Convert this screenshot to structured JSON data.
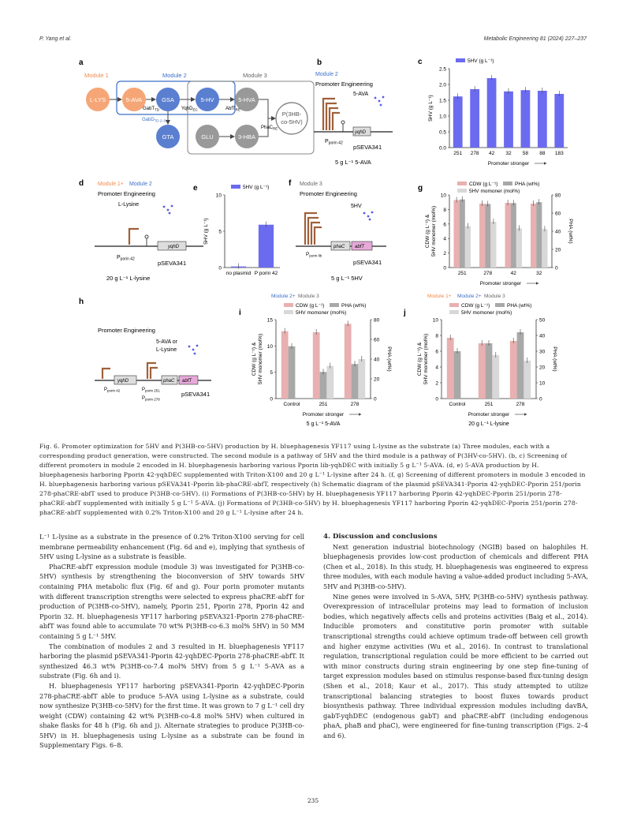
{
  "header": {
    "left": "P. Yang et al.",
    "right": "Metabolic Engineering 81 (2024) 227–237"
  },
  "panels": {
    "a": {
      "letter": "a",
      "module1": "Module 1",
      "module2": "Module 2",
      "module3": "Module 3",
      "nodes": {
        "lys": "L-LYS",
        "ava": "5-AVA",
        "gsa": "GSA",
        "hv": "5-HV",
        "hva": "5-HVA",
        "gta": "GTA",
        "glu": "GLU",
        "hba": "3-HBA",
        "p1": "P(3HB-",
        "p2": "co-5HV)"
      },
      "enz": {
        "gabt": "GabT",
        "yqhd": "YqhD",
        "abft": "AbfT",
        "gabd": "GabD",
        "pha": "PhaC"
      },
      "subs": {
        "gabt": "TD",
        "yqhd": "EC",
        "abft": "RE",
        "gabd": "TD 2–5",
        "pha": "RE"
      }
    },
    "b": {
      "letter": "b",
      "module": "Module 2",
      "pe": "Promoter Engineering",
      "sub": "5-AVA",
      "gene": "yqhD",
      "prom": "P",
      "promsub": "porin 42",
      "plasmid": "pSEVA341",
      "cond": "5 g L⁻¹ 5-AVA"
    },
    "d": {
      "letter": "d",
      "module1": "Module 1+",
      "module2": "Module 2",
      "pe": "Promoter Engineering",
      "sub": "L-Lysine",
      "gene": "yqhD",
      "prom": "P",
      "promsub": "porin 42",
      "plasmid": "pSEVA341",
      "cond": "20 g L⁻¹ L-lysine"
    },
    "f": {
      "letter": "f",
      "module": "Module 3",
      "pe": "Promoter Engineering",
      "sub": "5HV",
      "gene1": "phaC",
      "gene2": "abfT",
      "prom": "P",
      "promsub": "porin lib",
      "plasmid": "pSEVA341",
      "cond": "5 g L⁻¹ 5HV"
    },
    "h": {
      "letter": "h",
      "pe": "Promoter Engineering",
      "sub1": "5-AVA or",
      "sub2": "L-Lysine",
      "gene1": "yqhD",
      "gene2": "phaC",
      "gene3": "abfT",
      "prom1": "P",
      "prom1sub": "porin 42",
      "prom2": "P",
      "prom2sub": "porin 251",
      "prom3": "P",
      "prom3sub": "porin 278",
      "plasmid": "pSEVA341"
    }
  },
  "chart_data": [
    {
      "id": "c",
      "letter": "c",
      "type": "bar",
      "categories": [
        "251",
        "278",
        "42",
        "32",
        "58",
        "88",
        "183"
      ],
      "series": [
        {
          "name": "5HV (g L⁻¹)",
          "values": [
            1.62,
            1.85,
            2.2,
            1.78,
            1.82,
            1.8,
            1.7
          ]
        }
      ],
      "ylabel": "5HV (g L⁻¹)",
      "ylim": [
        0,
        2.5
      ],
      "yticks": [
        "0.0",
        "0.5",
        "1.0",
        "1.5",
        "2.0",
        "2.5"
      ],
      "xlabel": "Promoter stronger",
      "colors": [
        "#6b6bf0"
      ]
    },
    {
      "id": "e",
      "letter": "e",
      "type": "bar",
      "categories": [
        "no plasmid",
        "P porin 42"
      ],
      "series": [
        {
          "name": "5HV (g L⁻¹)",
          "values": [
            0.15,
            5.9
          ]
        }
      ],
      "ylabel": "5HV (g L⁻¹)",
      "ylim": [
        0,
        10
      ],
      "yticks": [
        "0",
        "5",
        "10"
      ],
      "colors": [
        "#6b6bf0"
      ]
    },
    {
      "id": "g",
      "letter": "g",
      "type": "bar",
      "categories": [
        "251",
        "278",
        "42",
        "32"
      ],
      "series": [
        {
          "name": "CDW (g L⁻¹)",
          "values": [
            9.3,
            8.8,
            8.9,
            8.8
          ]
        },
        {
          "name": "PHA (wt%)",
          "values": [
            75,
            70,
            71,
            72
          ]
        },
        {
          "name": "5HV momoner (mol%)",
          "values": [
            5.7,
            6.3,
            5.4,
            5.3
          ]
        }
      ],
      "ylabel": "CDW (g L⁻¹) & 5HV monomer (mol%)",
      "y2label": "PHA (wt%)",
      "ylim": [
        0,
        10
      ],
      "y2lim": [
        0,
        80
      ],
      "yticks": [
        "0",
        "2",
        "4",
        "6",
        "8",
        "10"
      ],
      "y2ticks": [
        "0",
        "20",
        "40",
        "60",
        "80"
      ],
      "xlabel": "Promoter stronger",
      "colors": [
        "#e8b0b0",
        "#a8a8a8",
        "#d8d8d8"
      ]
    },
    {
      "id": "i",
      "letter": "i",
      "type": "bar",
      "legend1": "Module 2+",
      "legend2": "Module 3",
      "categories": [
        "Control",
        "251",
        "278"
      ],
      "series": [
        {
          "name": "CDW (g L⁻¹)",
          "values": [
            12.8,
            12.6,
            14.2
          ]
        },
        {
          "name": "PHA (wt%)",
          "values": [
            53,
            27,
            35
          ]
        },
        {
          "name": "5HV momoner (mol%)",
          "values": [
            0,
            6.2,
            7.5
          ]
        }
      ],
      "ylabel": "CDW (g L⁻¹) & 5HV monomer (mol%)",
      "y2label": "PHA (wt%)",
      "ylim": [
        0,
        15
      ],
      "y2lim": [
        0,
        80
      ],
      "yticks": [
        "0",
        "5",
        "10",
        "15"
      ],
      "y2ticks": [
        "0",
        "20",
        "40",
        "60",
        "80"
      ],
      "xlabel": "Promoter stronger",
      "cond": "5 g L⁻¹ 5-AVA",
      "colors": [
        "#e8b0b0",
        "#a8a8a8",
        "#d8d8d8"
      ]
    },
    {
      "id": "j",
      "letter": "j",
      "type": "bar",
      "legend0": "Module 1+",
      "legend1": "Module 2+",
      "legend2": "Module 3",
      "categories": [
        "Control",
        "251",
        "278"
      ],
      "series": [
        {
          "name": "CDW (g L⁻¹)",
          "values": [
            7.7,
            7.0,
            7.3
          ]
        },
        {
          "name": "PHA (wt%)",
          "values": [
            30,
            35,
            42
          ]
        },
        {
          "name": "5HV momoner (mol%)",
          "values": [
            0,
            5.5,
            4.8
          ]
        }
      ],
      "ylabel": "CDW (g L⁻¹) & 5HV monomer (mol%)",
      "y2label": "PHA (wt%)",
      "ylim": [
        0,
        10
      ],
      "y2lim": [
        0,
        50
      ],
      "yticks": [
        "0",
        "2",
        "4",
        "6",
        "8",
        "10"
      ],
      "y2ticks": [
        "0",
        "10",
        "20",
        "30",
        "40",
        "50"
      ],
      "xlabel": "Promoter stronger",
      "cond": "20 g L⁻¹ L-lysine",
      "colors": [
        "#e8b0b0",
        "#a8a8a8",
        "#d8d8d8"
      ]
    }
  ],
  "caption": "Fig. 6. Promoter optimization for 5HV and P(3HB-co-5HV) production by H. bluephagenesis YF117 using L-lysine as the substrate (a) Three modules, each with a corresponding product generation, were constructed. The second module is a pathway of 5HV and the third module is a pathway of P(3HV-co-5HV). (b, c) Screening of different promoters in module 2 encoded in H. bluephagenesis harboring various Pporin lib-yqhDEC with initially 5 g L⁻¹ 5-AVA. (d, e) 5-AVA production by H. bluephagenesis harboring Pporin 42-yqhDEC supplemented with Triton-X100 and 20 g L⁻¹ L-lysine after 24 h. (f, g) Screening of different promoters in module 3 encoded in H. bluephagenesis harboring various pSEVA341-Pporin lib-phaCRE-abfT, respectively (h) Schematic diagram of the plasmid pSEVA341-Pporin 42-yqhDEC-Pporin 251/porin 278-phaCRE-abfT used to produce P(3HB-co-5HV). (i) Formations of P(3HB-co-5HV) by H. bluephagenesis YF117 harboring Pporin 42-yqhDEC-Pporin 251/porin 278-phaCRE-abfT supplemented with initially 5 g L⁻¹ 5-AVA. (j) Formations of P(3HB-co-5HV) by H. bluephagenesis YF117 harboring Pporin 42-yqhDEC-Pporin 251/porin 278-phaCRE-abfT supplemented with 0.2% Triton-X100 and 20 g L⁻¹ L-lysine after 24 h.",
  "left_col": [
    "L⁻¹ L-lysine as a substrate in the presence of 0.2% Triton-X100 serving for cell membrane permeability enhancement (Fig. 6d and e), implying that synthesis of 5HV using L-lysine as a substrate is feasible.",
    "PhaCRE-abfT expression module (module 3) was investigated for P(3HB-co-5HV) synthesis by strengthening the bioconversion of 5HV towards 5HV containing PHA metabolic flux (Fig. 6f and g). Four porin promoter mutants with different transcription strengths were selected to express phaCRE-abfT for production of P(3HB-co-5HV), namely, Pporin 251, Pporin 278, Pporin 42 and Pporin 32. H. bluephagenesis YF117 harboring pSEVA321-Pporin 278-phaCRE-abfT was found able to accumulate 70 wt% P(3HB-co-6.3 mol% 5HV) in 50 MM containing 5 g L⁻¹ 5HV.",
    "The combination of modules 2 and 3 resulted in H. bluephagenesis YF117 harboring the plasmid pSEVA341-Pporin 42-yqhDEC-Pporin 278-phaCRE-abfT. It synthesized 46.3 wt% P(3HB-co-7.4 mol% 5HV) from 5 g L⁻¹ 5-AVA as a substrate (Fig. 6h and i).",
    "H. bluephagenesis YF117 harboring pSEVA341-Pporin 42-yqhDEC-Pporin 278-phaCRE-abfT able to produce 5-AVA using L-lysine as a substrate, could now synthesize P(3HB-co-5HV) for the first time. It was grown to 7 g L⁻¹ cell dry weight (CDW) containing 42 wt% P(3HB-co-4.8 mol% 5HV) when cultured in shake flasks for 48 h (Fig. 6h and j). Alternate strategies to produce P(3HB-co-5HV) in H. bluephagenesis using L-lysine as a substrate can be found in Supplementary Figs. 6–8."
  ],
  "right_col": {
    "heading": "4.  Discussion and conclusions",
    "paras": [
      "Next generation industrial biotechnology (NGIB) based on halophiles H. bluephagenesis provides low-cost production of chemicals and different PHA (Chen et al., 2018). In this study, H. bluephagenesis was engineered to express three modules, with each module having a value-added product including 5-AVA, 5HV and P(3HB-co-5HV).",
      "Nine genes were involved in 5-AVA, 5HV, P(3HB-co-5HV) synthesis pathway. Overexpression of intracellular proteins may lead to formation of inclusion bodies, which negatively affects cells and proteins activities (Baig et al., 2014). Inducible promoters and constitutive porin promoter with suitable transcriptional strengths could achieve optimum trade-off between cell growth and higher enzyme activities (Wu et al., 2016). In contrast to translational regulation, transcriptional regulation could be more efficient to be carried out with minor constructs during strain engineering by one step fine-tuning of target expression modules based on stimulus response-based flux-tuning design (Shen et al., 2018; Kaur et al., 2017). This study attempted to utilize transcriptional balancing strategies to boost fluxes towards product biosynthesis pathway. Three individual expression modules including davBA, gabT-yqhDEC (endogenous gabT) and phaCRE-abfT (including endogenous phaA, phaB and phaC), were engineered for fine-tuning transcription (Figs. 2–4 and 6)."
    ]
  },
  "page_number": "235"
}
